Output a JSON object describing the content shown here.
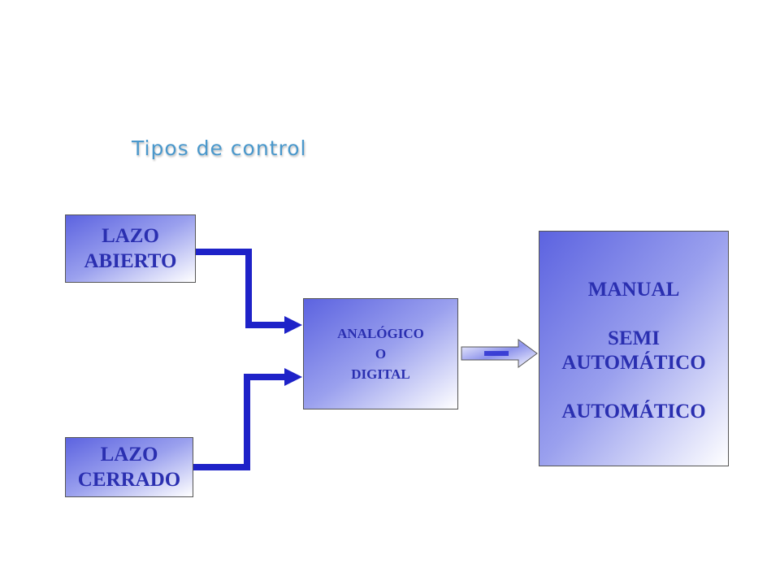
{
  "title": "Tipos de control",
  "boxes": {
    "lazo_abierto": [
      "LAZO",
      "ABIERTO"
    ],
    "lazo_cerrado": [
      "LAZO",
      "CERRADO"
    ],
    "analogico_digital": [
      "ANALÓGICO",
      "O",
      "DIGITAL"
    ],
    "modos": {
      "manual": "MANUAL",
      "semi_line1": "SEMI",
      "semi_line2": "AUTOMÁTICO",
      "automatico": "AUTOMÁTICO"
    }
  },
  "colors": {
    "connector": "#1e22c8",
    "box_text": "#2a2fb0",
    "title": "#4a98cc"
  }
}
